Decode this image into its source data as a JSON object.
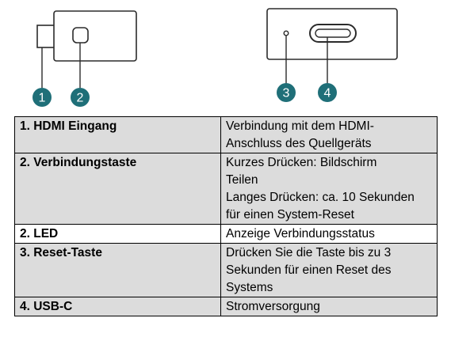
{
  "callouts": [
    "1",
    "2",
    "3",
    "4"
  ],
  "colors": {
    "callout_fill": "#1f6f78",
    "device_outline": "#2b2b2b",
    "header_row_background": "#dcdcdc"
  },
  "icons": [
    "hdmi-dongle-icon",
    "button-icon",
    "led-icon",
    "usb-c-port-icon"
  ],
  "table": {
    "rows": [
      {
        "feature": "1. HDMI Eingang",
        "description": [
          "Verbindung mit dem HDMI-",
          "Anschluss des Quellgeräts"
        ]
      },
      {
        "feature": "2. Verbindungstaste",
        "description": [
          "Kurzes Drücken: Bildschirm",
          "Teilen",
          "Langes Drücken: ca. 10 Sekunden",
          "für einen System-Reset"
        ]
      },
      {
        "feature": "2. LED",
        "description": [
          "Anzeige Verbindungsstatus"
        ]
      },
      {
        "feature": "3. Reset-Taste",
        "description": [
          "Drücken Sie die Taste bis zu 3",
          "Sekunden für einen Reset des",
          "Systems"
        ]
      },
      {
        "feature": "4. USB-C",
        "description": [
          "Stromversorgung"
        ]
      }
    ]
  }
}
